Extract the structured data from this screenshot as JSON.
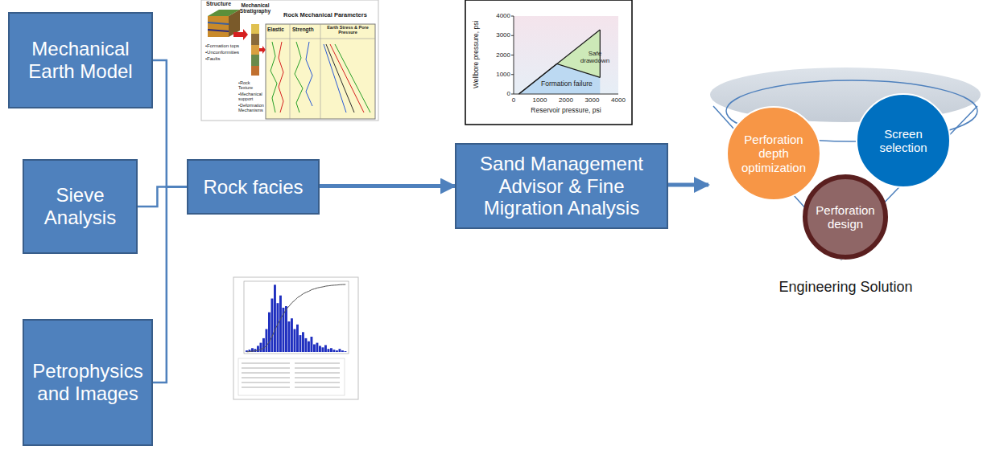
{
  "diagram": {
    "nodes": [
      {
        "text": [
          "Mechanical Earth Model"
        ]
      },
      {
        "text": [
          "Sieve Analysis"
        ]
      },
      {
        "text": [
          "Petrophysics and Images"
        ]
      },
      {
        "text": [
          "Rock facies"
        ]
      },
      {
        "text": [
          "Sand Management Advisor & Fine Migration Analysis"
        ]
      },
      {
        "text": [
          "Engineering Solution"
        ]
      },
      {
        "text": [
          "Perforation depth optimization"
        ],
        "in": 5
      },
      {
        "text": [
          "Screen selection"
        ],
        "in": 5
      },
      {
        "text": [
          "Perforation design"
        ],
        "in": 5
      }
    ],
    "edges": [
      {
        "from": 0,
        "to": 3,
        "arrow": "none"
      },
      {
        "from": 1,
        "to": 3,
        "arrow": "none"
      },
      {
        "from": 2,
        "to": 3,
        "arrow": "none"
      },
      {
        "from": 3,
        "to": 4,
        "arrow": "to"
      },
      {
        "from": 4,
        "to": 5,
        "arrow": "to"
      }
    ],
    "labels": [
      "Structure",
      "Mechanical Stratigraphy",
      "Rock Mechanical Parameters",
      "•Formation tops",
      "•Unconformities",
      "•Faults",
      "•Rock Texture",
      "•Mechanical support",
      "•Deformation Mechanisms",
      "Elastic",
      "Strength",
      "Earth Stress & Pore Pressure",
      "4000",
      "3000",
      "2000",
      "1000",
      "0",
      "0",
      "1000",
      "2000",
      "3000",
      "4000",
      "Wellbore pressure, psi",
      "Reservoir pressure, psi",
      "Safe drawdown",
      "Formation failure"
    ]
  }
}
